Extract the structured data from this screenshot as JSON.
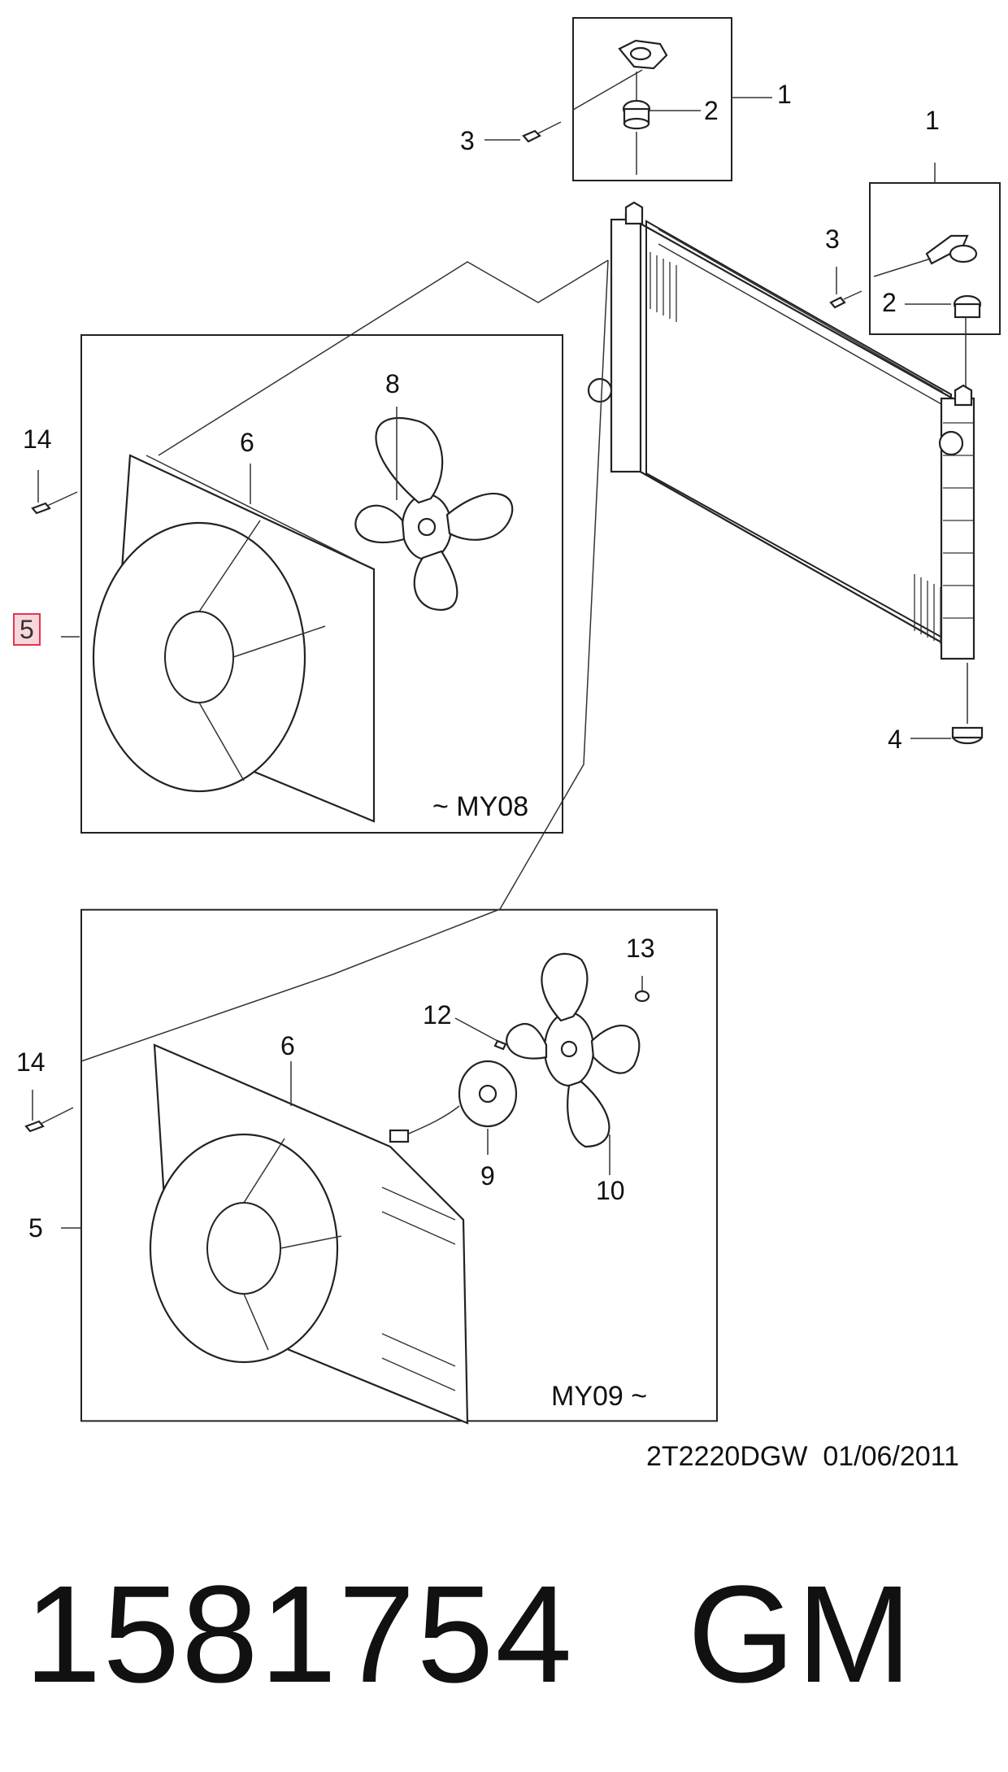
{
  "callouts": {
    "top_box_1": "1",
    "top_box_2": "2",
    "top_box_3": "3",
    "right_box_1": "1",
    "right_box_2": "2",
    "right_box_3": "3",
    "drain_4": "4",
    "upper_14": "14",
    "upper_5": "5",
    "upper_6": "6",
    "upper_8": "8",
    "lower_14": "14",
    "lower_5": "5",
    "lower_6": "6",
    "lower_9": "9",
    "lower_10": "10",
    "lower_12": "12",
    "lower_13": "13"
  },
  "variants": {
    "upper_label": "~ MY08",
    "lower_label": "MY09 ~"
  },
  "footer": {
    "diagram_code": "2T2220DGW",
    "date": "01/06/2011",
    "part_number": "1581754",
    "brand": "GM"
  },
  "colors": {
    "highlight_border": "#e2354f",
    "highlight_fill": "#f9d6dc",
    "line": "#222222"
  }
}
